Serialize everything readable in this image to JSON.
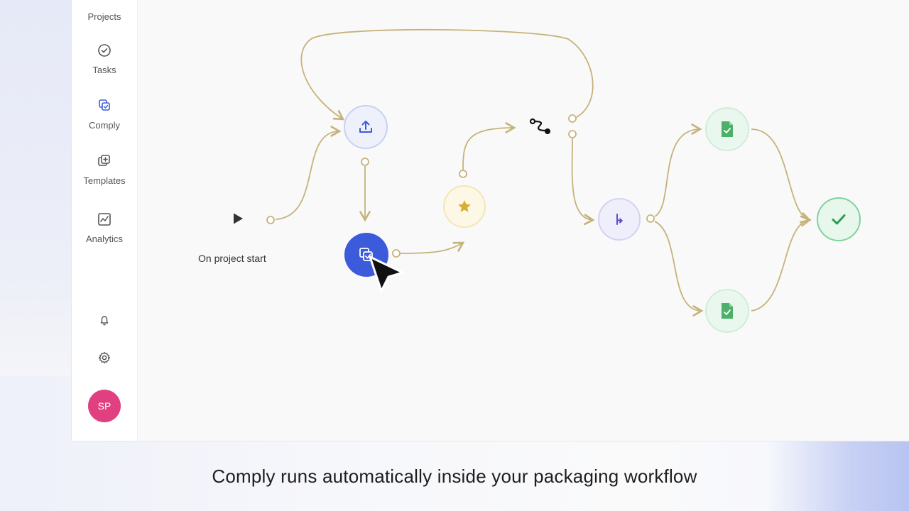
{
  "sidebar": {
    "items": [
      {
        "label": "Projects",
        "icon": "projects-icon"
      },
      {
        "label": "Tasks",
        "icon": "check-circle-icon"
      },
      {
        "label": "Comply",
        "icon": "comply-icon"
      },
      {
        "label": "Templates",
        "icon": "templates-icon"
      },
      {
        "label": "Analytics",
        "icon": "analytics-icon"
      }
    ],
    "notifications_icon": "bell-icon",
    "settings_icon": "gear-icon",
    "avatar_initials": "SP"
  },
  "workflow": {
    "start_label": "On project start",
    "accent_color": "#c6b27a",
    "nodes": [
      {
        "name": "upload-node",
        "icon": "upload-icon"
      },
      {
        "name": "comply-node",
        "icon": "comply-check-icon",
        "color": "#3b5bdb"
      },
      {
        "name": "review-node",
        "icon": "star-icon"
      },
      {
        "name": "route-node",
        "icon": "route-icon"
      },
      {
        "name": "branch-node",
        "icon": "branch-icon"
      },
      {
        "name": "document-node-top",
        "icon": "document-icon"
      },
      {
        "name": "document-node-bottom",
        "icon": "document-icon"
      },
      {
        "name": "complete-node",
        "icon": "checkmark-icon"
      }
    ]
  },
  "caption": "Comply runs automatically inside your packaging workflow"
}
